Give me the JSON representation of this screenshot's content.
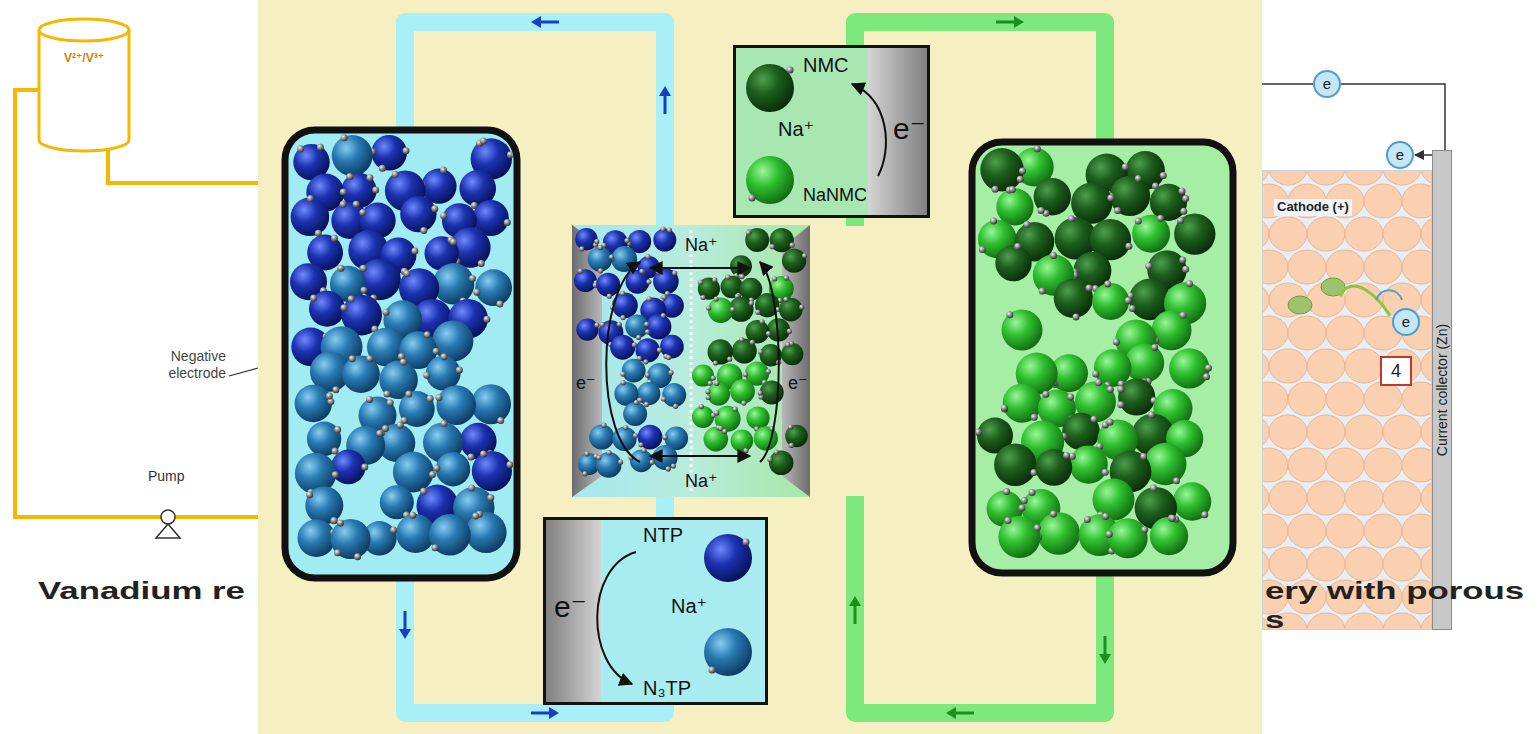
{
  "diagram": {
    "nodes": [
      {
        "text": [
          "V²⁺/V³⁺"
        ]
      },
      {
        "text": [
          "NMC",
          "Na⁺",
          "e⁻",
          "NaNMC"
        ]
      },
      {
        "text": [
          "Na⁺",
          "e⁻",
          "e⁻",
          "Na⁺"
        ]
      },
      {
        "text": [
          "NTP",
          "Na⁺",
          "e⁻",
          "N₃TP"
        ]
      },
      {
        "text": [
          "e"
        ]
      },
      {
        "text": [
          "e"
        ]
      },
      {
        "text": [
          "Cathode (+)"
        ]
      },
      {
        "text": [
          "e"
        ],
        "in": 6
      },
      {
        "text": [
          "4"
        ],
        "in": 6
      },
      {
        "text": [
          "Current collector (Zn)"
        ]
      }
    ],
    "edges": [
      {
        "from": 4,
        "to": 5,
        "arrow": "to"
      }
    ],
    "labels": [
      "Negative electrode",
      "Pump",
      "Vanadium re",
      "ery with porous",
      "s"
    ]
  }
}
